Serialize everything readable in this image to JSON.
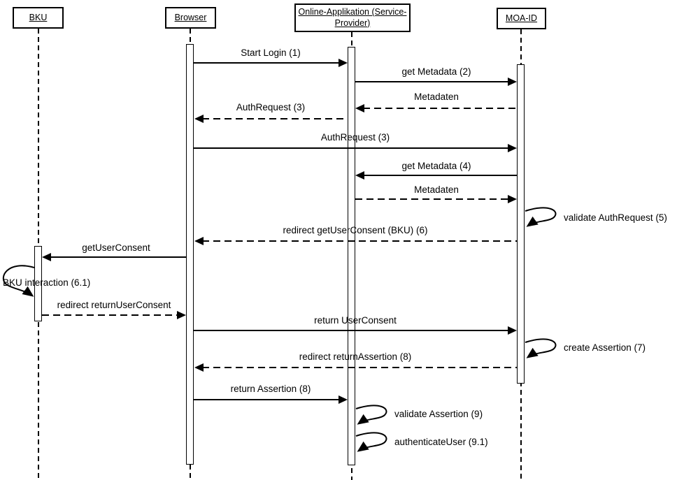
{
  "colors": {
    "line": "#000000",
    "background": "#ffffff",
    "text": "#000000"
  },
  "actors": [
    {
      "id": "bku",
      "label": "BKU"
    },
    {
      "id": "browser",
      "label": "Browser"
    },
    {
      "id": "online-applikation",
      "label": "Online-Applikation (Service-Provider)"
    },
    {
      "id": "moa-id",
      "label": "MOA-ID"
    }
  ],
  "messages": [
    {
      "label": "Start Login (1)",
      "from": "browser",
      "to": "online-applikation",
      "style": "solid"
    },
    {
      "label": "get Metadata (2)",
      "from": "online-applikation",
      "to": "moa-id",
      "style": "solid"
    },
    {
      "label": "Metadaten",
      "from": "moa-id",
      "to": "online-applikation",
      "style": "dashed"
    },
    {
      "label": "AuthRequest (3)",
      "from": "online-applikation",
      "to": "browser",
      "style": "dashed"
    },
    {
      "label": "AuthRequest (3)",
      "from": "browser",
      "to": "moa-id",
      "style": "solid"
    },
    {
      "label": "get Metadata (4)",
      "from": "moa-id",
      "to": "online-applikation",
      "style": "solid"
    },
    {
      "label": "Metadaten",
      "from": "online-applikation",
      "to": "moa-id",
      "style": "dashed"
    },
    {
      "label": "validate AuthRequest (5)",
      "from": "moa-id",
      "to": "moa-id",
      "style": "self"
    },
    {
      "label": "redirect getUserConsent (BKU) (6)",
      "from": "moa-id",
      "to": "browser",
      "style": "dashed"
    },
    {
      "label": "getUserConsent",
      "from": "browser",
      "to": "bku",
      "style": "solid"
    },
    {
      "label": "BKU interaction (6.1)",
      "from": "bku",
      "to": "bku",
      "style": "self"
    },
    {
      "label": "redirect returnUserConsent",
      "from": "bku",
      "to": "browser",
      "style": "dashed"
    },
    {
      "label": "return UserConsent",
      "from": "browser",
      "to": "moa-id",
      "style": "solid"
    },
    {
      "label": "create Assertion (7)",
      "from": "moa-id",
      "to": "moa-id",
      "style": "self"
    },
    {
      "label": "redirect returnAssertion (8)",
      "from": "moa-id",
      "to": "browser",
      "style": "dashed"
    },
    {
      "label": "return Assertion (8)",
      "from": "browser",
      "to": "online-applikation",
      "style": "solid"
    },
    {
      "label": "validate Assertion (9)",
      "from": "online-applikation",
      "to": "online-applikation",
      "style": "self"
    },
    {
      "label": "authenticateUser (9.1)",
      "from": "online-applikation",
      "to": "online-applikation",
      "style": "self"
    }
  ]
}
